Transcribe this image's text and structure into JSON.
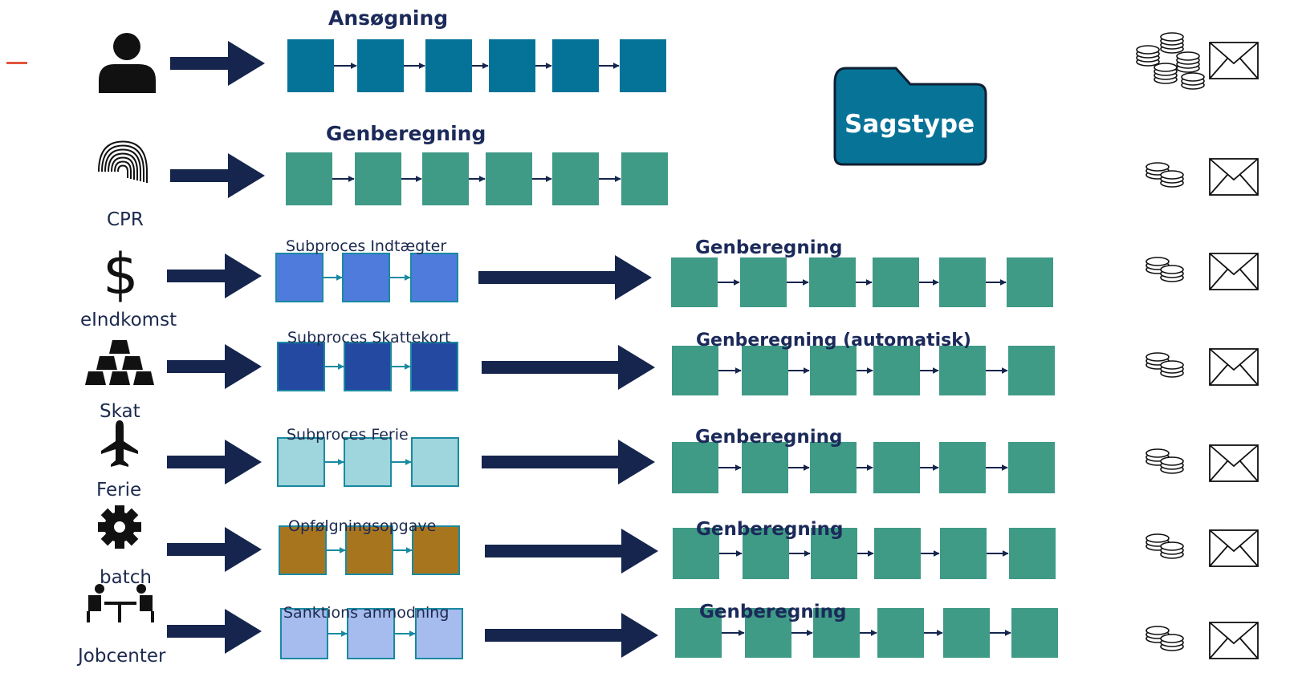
{
  "rows": [
    {
      "source_icon": "person-icon",
      "source_label": "",
      "process_title": "Ansøgning",
      "subprocess_title": "",
      "subprocess_color": "",
      "result_title": "",
      "payout_icon": "coins-large-icon"
    },
    {
      "source_icon": "fingerprint-icon",
      "source_label": "CPR",
      "process_title": "Genberegning",
      "subprocess_title": "",
      "subprocess_color": "",
      "result_title": "",
      "payout_icon": "coins-icon"
    },
    {
      "source_icon": "dollar-icon",
      "source_label": "eIndkomst",
      "process_title": "",
      "subprocess_title": "Subproces Indtægter",
      "subprocess_color": "#4f7bdc",
      "result_title": "Genberegning",
      "payout_icon": "coins-icon"
    },
    {
      "source_icon": "gold-bars-icon",
      "source_label": "Skat",
      "process_title": "",
      "subprocess_title": "Subproces Skattekort",
      "subprocess_color": "#2449a1",
      "result_title": "Genberegning (automatisk)",
      "payout_icon": "coins-icon"
    },
    {
      "source_icon": "airplane-icon",
      "source_label": "Ferie",
      "process_title": "",
      "subprocess_title": "Subproces Ferie",
      "subprocess_color": "#9fd5dd",
      "result_title": "Genberegning",
      "payout_icon": "coins-icon"
    },
    {
      "source_icon": "gear-icon",
      "source_label": "batch",
      "process_title": "",
      "subprocess_title": "Opfølgningsopgave",
      "subprocess_color": "#a8751f",
      "result_title": "Genberegning",
      "payout_icon": "coins-icon"
    },
    {
      "source_icon": "meeting-icon",
      "source_label": "Jobcenter",
      "process_title": "",
      "subprocess_title": "Sanktions anmodning",
      "subprocess_color": "#a7bcee",
      "result_title": "Genberegning",
      "payout_icon": "coins-icon"
    }
  ],
  "folder": {
    "label": "Sagstype",
    "color": "#077397"
  },
  "colors": {
    "application": "#047397",
    "recalculation": "#3f9a86",
    "arrow": "#15254d",
    "small_arrow_dark": "#15254d",
    "small_arrow_teal": "#1a8aa0"
  },
  "envelope_icon": "envelope-icon"
}
